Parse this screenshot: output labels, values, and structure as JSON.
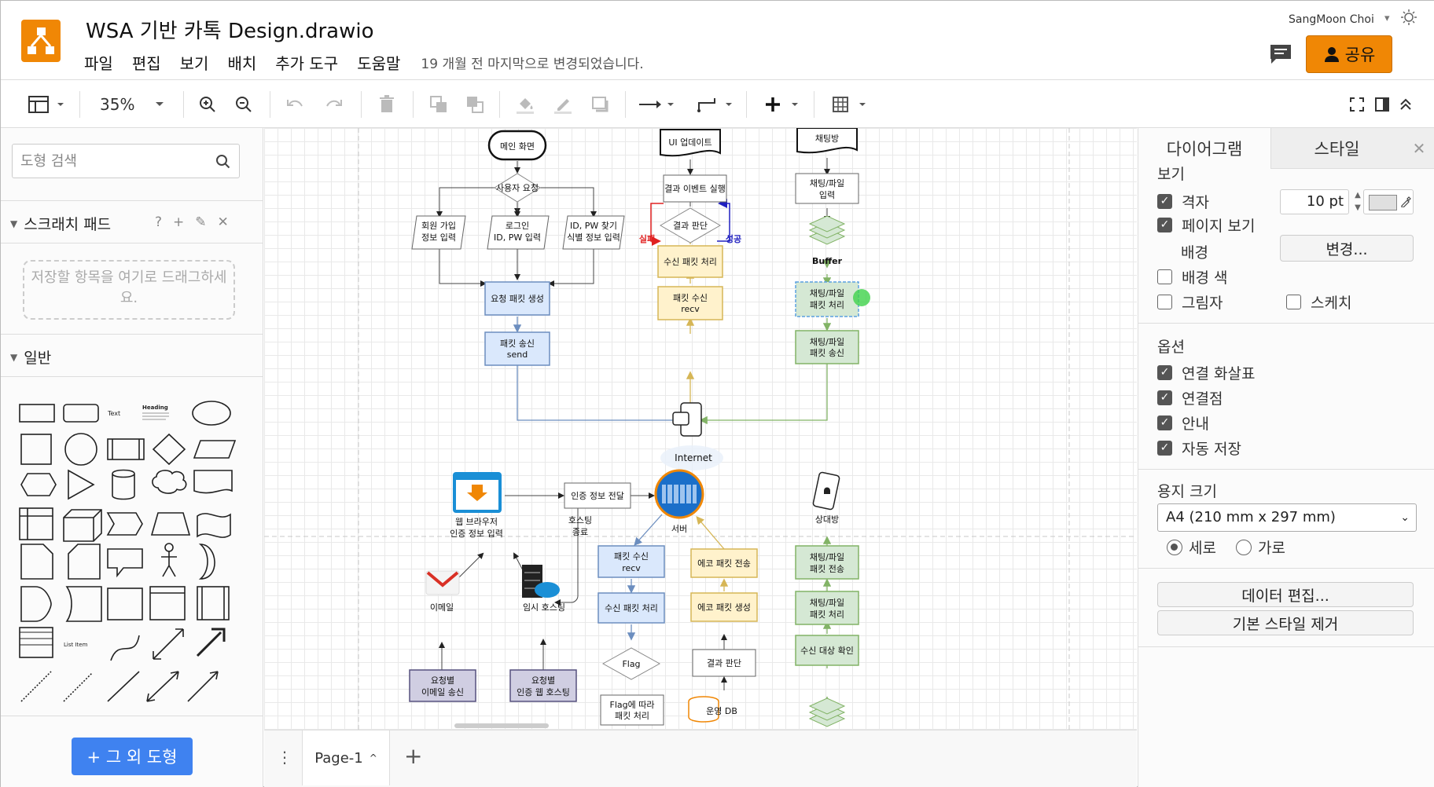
{
  "header": {
    "title": "WSA 기반 카톡 Design.drawio",
    "menu": [
      "파일",
      "편집",
      "보기",
      "배치",
      "추가 도구",
      "도움말"
    ],
    "last_saved": "19 개월 전 마지막으로 변경되었습니다.",
    "user": "SangMoon Choi",
    "share_label": "공유"
  },
  "toolbar": {
    "zoom": "35%"
  },
  "left_panel": {
    "search_placeholder": "도형 검색",
    "scratchpad_title": "스크래치 패드",
    "scratchpad_hint": "저장할 항목을 여기로 드래그하세요.",
    "general_title": "일반",
    "shape_text_label": "Text",
    "shape_heading_label": "Heading",
    "shape_list_label": "List Item",
    "more_shapes_label": "+ 그 외 도형"
  },
  "diagram": {
    "main_screen": "메인 화면",
    "user_request": "사용자 요청",
    "signup_1": "회원 가입",
    "signup_2": "정보 입력",
    "login_1": "로그인",
    "login_2": "ID, PW 입력",
    "find_1": "ID, PW 찾기",
    "find_2": "식별 정보 입력",
    "req_packet_gen": "요청 패킷 생성",
    "packet_send_1": "패킷 송신",
    "packet_send_2": "send",
    "ui_update": "UI 업데이트",
    "result_event": "결과 이벤트 실행",
    "result_judge": "결과 판단",
    "fail": "실패",
    "success": "성공",
    "recv_process": "수신 패킷 처리",
    "packet_recv_1": "패킷 수신",
    "packet_recv_2": "recv",
    "chatroom": "채팅방",
    "chat_input_1": "채팅/파일",
    "chat_input_2": "입력",
    "buffer": "Buffer",
    "chat_proc_1": "채팅/파일",
    "chat_proc_2": "패킷 처리",
    "chat_send_1": "채팅/파일",
    "chat_send_2": "패킷 송신",
    "internet": "Internet",
    "web_browser_1": "웹 브라우저",
    "web_browser_2": "인증 정보 입력",
    "auth_forward": "인증 정보 전달",
    "hosting_end_1": "호스팅",
    "hosting_end_2": "종료",
    "server": "서버",
    "counterpart": "상대방",
    "email": "이메일",
    "temp_hosting": "임시 호스팅",
    "server_recv_1": "패킷 수신",
    "server_recv_2": "recv",
    "echo_send": "에코 패킷 전송",
    "chat_xfer_1": "채팅/파일",
    "chat_xfer_2": "패킷 전송",
    "server_recv_proc": "수신 패킷 처리",
    "echo_gen": "에코 패킷 생성",
    "cp_proc_1": "채팅/파일",
    "cp_proc_2": "패킷 처리",
    "flag": "Flag",
    "server_judge": "결과 판단",
    "recipient_check": "수신 대상 확인",
    "email_req_1": "요청별",
    "email_req_2": "이메일 송신",
    "web_host_1": "요청별",
    "web_host_2": "인증 웹 호스팅",
    "flag_proc_1": "Flag에 따라",
    "flag_proc_2": "패킷 처리",
    "ops_db": "운영 DB"
  },
  "page_tab": {
    "label": "Page-1"
  },
  "right_panel": {
    "tab_diagram": "다이어그램",
    "tab_style": "스타일",
    "view_title": "보기",
    "grid_label": "격자",
    "grid_checked": true,
    "grid_size": "10 pt",
    "page_view_label": "페이지 보기",
    "page_view_checked": true,
    "background_label": "배경",
    "change_button": "변경...",
    "bg_color_label": "배경 색",
    "bg_color_checked": false,
    "shadow_label": "그림자",
    "shadow_checked": false,
    "sketch_label": "스케치",
    "sketch_checked": false,
    "options_title": "옵션",
    "connection_arrows_label": "연결 화살표",
    "connection_points_label": "연결점",
    "guides_label": "안내",
    "autosave_label": "자동 저장",
    "paper_size_title": "용지 크기",
    "paper_size_value": "A4 (210 mm x 297 mm)",
    "portrait_label": "세로",
    "landscape_label": "가로",
    "orientation": "portrait",
    "edit_data_button": "데이터 편집...",
    "clear_style_button": "기본 스타일 제거"
  },
  "colors": {
    "brand": "#f08705",
    "blue_fill": "#dae8fc",
    "blue_stroke": "#6c8ebf",
    "yellow_fill": "#fff2cc",
    "yellow_stroke": "#d6b656",
    "green_fill": "#d5e8d4",
    "green_stroke": "#82b366",
    "purple_fill": "#d0cee2",
    "purple_stroke": "#56517e",
    "more_button": "#3f82f0"
  }
}
